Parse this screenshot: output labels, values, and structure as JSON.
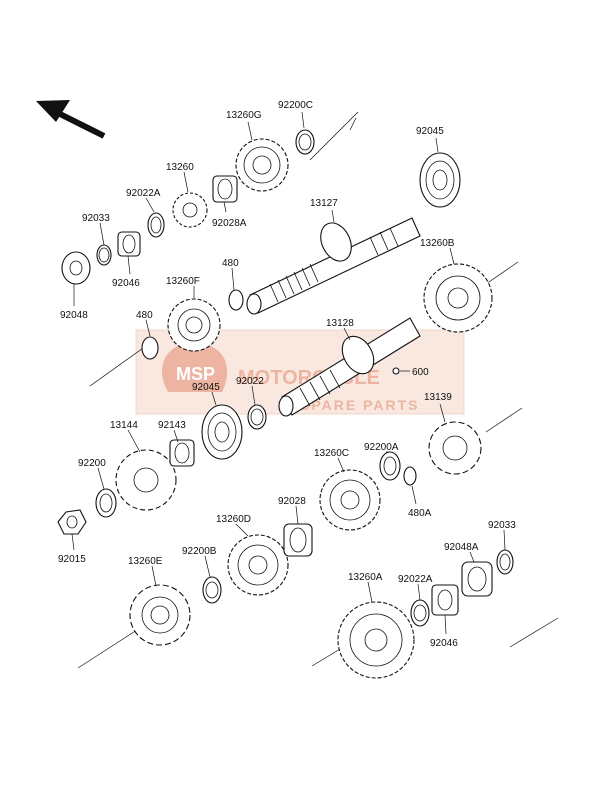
{
  "watermark": {
    "brand": "MOTORCYCLE",
    "subtitle": "SPARE PARTS",
    "logo_text": "MSP",
    "color": "#e07a55"
  },
  "labels": {
    "p13260G": "13260G",
    "p92200C": "92200C",
    "p92045_top": "92045",
    "p13260": "13260",
    "p92022A_top": "92022A",
    "p92028A": "92028A",
    "p13127": "13127",
    "p92033_top": "92033",
    "p92046_top": "92046",
    "p92048": "92048",
    "p13260F": "13260F",
    "p480_top": "480",
    "p13260B": "13260B",
    "p480_left": "480",
    "p13128": "13128",
    "p600": "600",
    "p92045_mid": "92045",
    "p92022_mid": "92022",
    "p13139": "13139",
    "p92143": "92143",
    "p13144": "13144",
    "p92200": "92200",
    "p13260C": "13260C",
    "p92200A": "92200A",
    "p480A": "480A",
    "p92028": "92028",
    "p13260D": "13260D",
    "p92033_bot": "92033",
    "p92015": "92015",
    "p13260E": "13260E",
    "p92200B": "92200B",
    "p92048A": "92048A",
    "p13260A": "13260A",
    "p92022A_bot": "92022A",
    "p92046_bot": "92046"
  }
}
